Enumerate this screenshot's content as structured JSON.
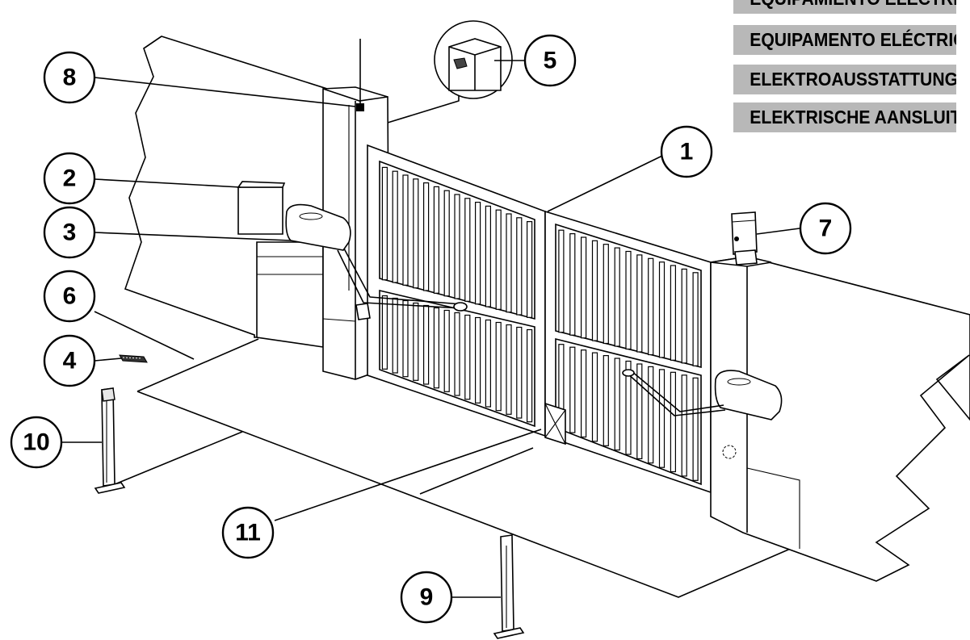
{
  "header_strips": [
    "EQUIPAMIENTO ELÉCTRICO",
    "EQUIPAMENTO ELÉCTRICO",
    "ELEKTROAUSSTATTUNG",
    "ELEKTRISCHE AANSLUITINGEN"
  ],
  "callouts": [
    {
      "id": "1",
      "label": "1"
    },
    {
      "id": "2",
      "label": "2"
    },
    {
      "id": "3",
      "label": "3"
    },
    {
      "id": "4",
      "label": "4"
    },
    {
      "id": "5",
      "label": "5"
    },
    {
      "id": "6",
      "label": "6"
    },
    {
      "id": "7",
      "label": "7"
    },
    {
      "id": "8",
      "label": "8"
    },
    {
      "id": "9",
      "label": "9"
    },
    {
      "id": "10",
      "label": "10"
    },
    {
      "id": "11",
      "label": "11"
    }
  ]
}
